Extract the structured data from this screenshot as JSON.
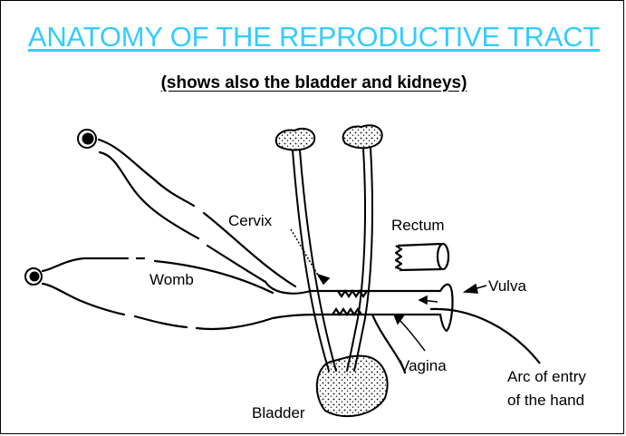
{
  "title": "ANATOMY OF THE REPRODUCTIVE TRACT",
  "subtitle": "(shows also the bladder and kidneys)",
  "labels": {
    "cervix": "Cervix",
    "rectum": "Rectum",
    "womb": "Womb",
    "vulva": "Vulva",
    "vagina": "Vagina",
    "bladder": "Bladder",
    "arc_line1": "Arc of entry",
    "arc_line2": "of the hand"
  },
  "colors": {
    "title": "#33ccff",
    "ink": "#000000",
    "background": "#ffffff"
  }
}
